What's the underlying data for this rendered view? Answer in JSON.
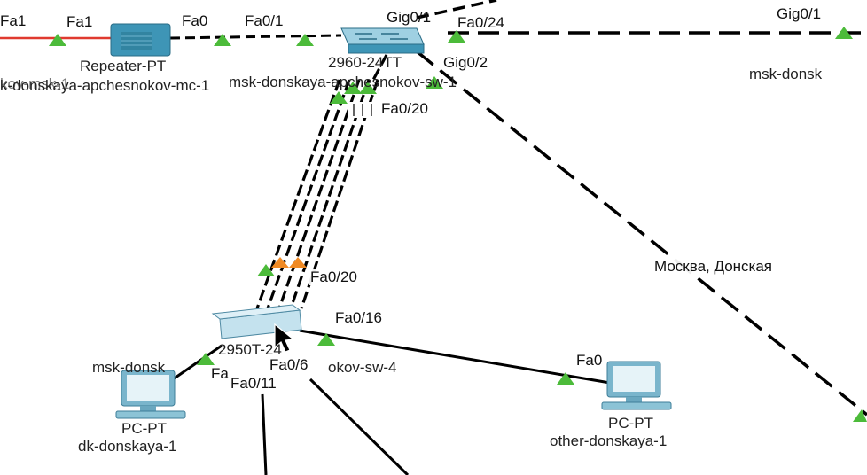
{
  "colors": {
    "link": "#000000",
    "serial": "#e03a2f",
    "port_up": "#4cbb3a",
    "port_pending": "#f08a24",
    "device": "#3e95b6",
    "switch_top": "#9fd0e2",
    "pc": "#7ab5cc"
  },
  "devices": {
    "repeater_type": "Repeater-PT",
    "repeater_name": "k-donskaya-apchesnokov-mc-1",
    "left_edge_name": "kov-msk-1",
    "switch_top_model": "2960-24TT",
    "switch_top_name": "msk-donskaya-apchesnokov-sw-1",
    "switch_right_name": "msk-donsk",
    "switch_bottom_model": "2950T-24",
    "switch_bottom_name": "msk-donskaya-apchesnokov-sw-4",
    "switch_bottom_name_left": "msk-donsk",
    "switch_bottom_name_right": "okov-sw-4",
    "pc1_type": "PC-PT",
    "pc1_name": "dk-donskaya-1",
    "pc2_type": "PC-PT",
    "pc2_name": "other-donskaya-1"
  },
  "ports": {
    "fa1_a": "Fa1",
    "fa1_b": "Fa1",
    "fa0_rep": "Fa0",
    "fa01_sw1": "Fa0/1",
    "gig01_sw1": "Gig0/1",
    "fa024_sw1": "Fa0/24",
    "gig02_sw1": "Gig0/2",
    "fa020_sw1": "Fa0/20",
    "gig01_right": "Gig0/1",
    "fa020_sw4": "Fa0/20",
    "fa016_sw4": "Fa0/16",
    "fa06_sw4": "Fa0/6",
    "fa011_sw4": "Fa0/11",
    "fa0_pc2": "Fa0",
    "fa_partial": "Fa"
  },
  "area_label": "Москва, Донская"
}
